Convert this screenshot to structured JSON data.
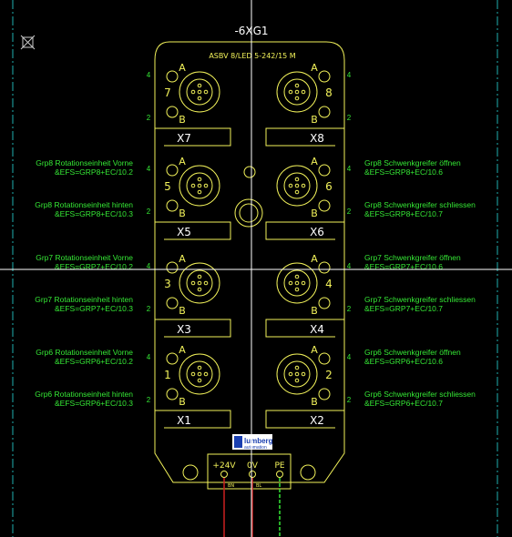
{
  "title": "-6XG1",
  "module_label": "ASBV 8/LED 5-242/15 M",
  "brand": {
    "name": "lumberg",
    "sub": "automation",
    "color": "#1a3fb0"
  },
  "colors": {
    "outline": "#f2f25a",
    "signal": "#35e835",
    "wire_red": "#cc2020",
    "wire_green": "#35e835",
    "crosshair": "#ffffff",
    "guide": "#20b0b0"
  },
  "ports": [
    {
      "num": "7",
      "label": "X7",
      "a": "A",
      "b": "B",
      "pin_top": "4",
      "pin_bottom": "2"
    },
    {
      "num": "8",
      "label": "X8",
      "a": "A",
      "b": "B",
      "pin_top": "4",
      "pin_bottom": "2"
    },
    {
      "num": "5",
      "label": "X5",
      "a": "A",
      "b": "B",
      "pin_top": "4",
      "pin_bottom": "2"
    },
    {
      "num": "6",
      "label": "X6",
      "a": "A",
      "b": "B",
      "pin_top": "4",
      "pin_bottom": "2"
    },
    {
      "num": "3",
      "label": "X3",
      "a": "A",
      "b": "B",
      "pin_top": "4",
      "pin_bottom": "2"
    },
    {
      "num": "4",
      "label": "X4",
      "a": "A",
      "b": "B",
      "pin_top": "4",
      "pin_bottom": "2"
    },
    {
      "num": "1",
      "label": "X1",
      "a": "A",
      "b": "B",
      "pin_top": "4",
      "pin_bottom": "2"
    },
    {
      "num": "2",
      "label": "X2",
      "a": "A",
      "b": "B",
      "pin_top": "4",
      "pin_bottom": "2"
    }
  ],
  "signals_left": [
    {
      "name": "Grp8 Rotationseinheit Vorne",
      "ref": "&EFS=GRP8+EC/10.2"
    },
    {
      "name": "Grp8 Rotationseinheit hinten",
      "ref": "&EFS=GRP8+EC/10.3"
    },
    {
      "name": "Grp7 Rotationseinheit Vorne",
      "ref": "&EFS=GRP7+EC/10.2"
    },
    {
      "name": "Grp7 Rotationseinheit hinten",
      "ref": "&EFS=GRP7+EC/10.3"
    },
    {
      "name": "Grp6 Rotationseinheit Vorne",
      "ref": "&EFS=GRP6+EC/10.2"
    },
    {
      "name": "Grp6 Rotationseinheit hinten",
      "ref": "&EFS=GRP6+EC/10.3"
    }
  ],
  "signals_right": [
    {
      "name": "Grp8 Schwenkgreifer öffnen",
      "ref": "&EFS=GRP8+EC/10.6"
    },
    {
      "name": "Grp8 Schwenkgreifer schliessen",
      "ref": "&EFS=GRP8+EC/10.7"
    },
    {
      "name": "Grp7 Schwenkgreifer öffnen",
      "ref": "&EFS=GRP7+EC/10.6"
    },
    {
      "name": "Grp7 Schwenkgreifer schliessen",
      "ref": "&EFS=GRP7+EC/10.7"
    },
    {
      "name": "Grp6 Schwenkgreifer öffnen",
      "ref": "&EFS=GRP6+EC/10.6"
    },
    {
      "name": "Grp6 Schwenkgreifer schliessen",
      "ref": "&EFS=GRP6+EC/10.7"
    }
  ],
  "power": [
    {
      "label": "+24V",
      "wire": "BN"
    },
    {
      "label": "0V",
      "wire": "BL"
    },
    {
      "label": "PE",
      "wire": ""
    }
  ]
}
